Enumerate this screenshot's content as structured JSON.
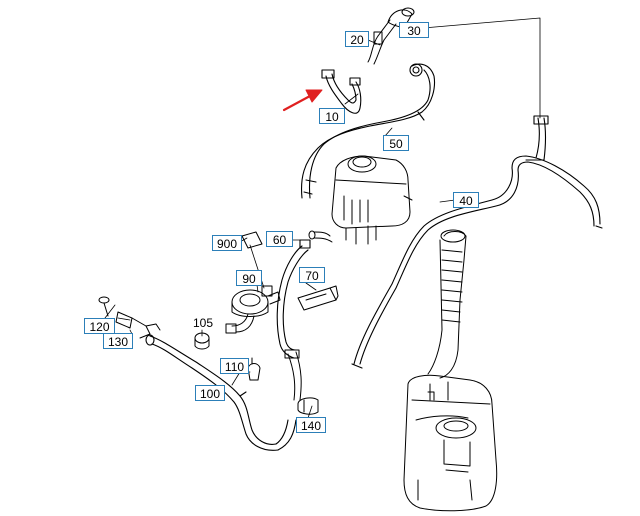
{
  "diagram": {
    "title": "",
    "accent_color": "#2c7fb8",
    "arrow_color": "#e02020",
    "highlighted_part": "10"
  },
  "callouts": {
    "c10": "10",
    "c20": "20",
    "c30": "30",
    "c40": "40",
    "c50": "50",
    "c60": "60",
    "c70": "70",
    "c90": "90",
    "c100": "100",
    "c105": "105",
    "c110": "110",
    "c120": "120",
    "c130": "130",
    "c140": "140",
    "c900": "900"
  }
}
